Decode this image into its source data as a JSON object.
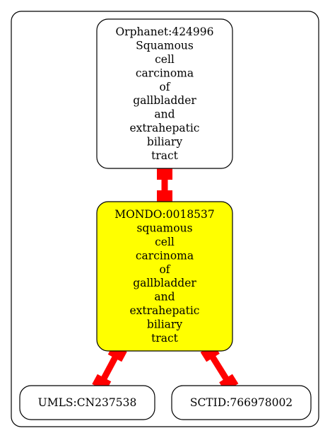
{
  "graph": {
    "nodes": [
      {
        "id": "orphanet",
        "name": "node-orphanet-424996",
        "fill": "#ffffff",
        "lines": [
          "Orphanet:424996",
          "Squamous",
          "cell",
          "carcinoma",
          "of",
          "gallbladder",
          "and",
          "extrahepatic",
          "biliary",
          "tract"
        ]
      },
      {
        "id": "mondo",
        "name": "node-mondo-0018537",
        "fill": "#ffff00",
        "lines": [
          "MONDO:0018537",
          "squamous",
          "cell",
          "carcinoma",
          "of",
          "gallbladder",
          "and",
          "extrahepatic",
          "biliary",
          "tract"
        ]
      },
      {
        "id": "umls",
        "name": "node-umls-cn237538",
        "fill": "#ffffff",
        "lines": [
          "UMLS:CN237538"
        ]
      },
      {
        "id": "sctid",
        "name": "node-sctid-766978002",
        "fill": "#ffffff",
        "lines": [
          "SCTID:766978002"
        ]
      }
    ],
    "edges": [
      {
        "from": "orphanet",
        "to": "mondo",
        "name": "edge-orphanet-to-mondo"
      },
      {
        "from": "mondo",
        "to": "umls",
        "name": "edge-mondo-to-umls"
      },
      {
        "from": "mondo",
        "to": "sctid",
        "name": "edge-mondo-to-sctid"
      }
    ],
    "edge_color": "#ff0000"
  }
}
